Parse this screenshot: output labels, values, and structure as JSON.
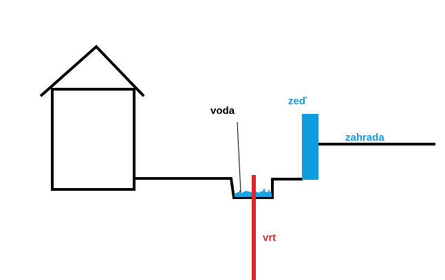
{
  "labels": {
    "water": "voda",
    "wall": "zeď",
    "garden": "zahrada",
    "borehole": "vrt"
  },
  "colors": {
    "outline": "#000000",
    "water": "#1ea1e0",
    "wall": "#0f9be0",
    "borehole": "#e0262b",
    "wall_label": "#1e9cdc",
    "garden_label": "#1e9cdc",
    "borehole_label": "#e0262b",
    "water_label": "#000000"
  }
}
